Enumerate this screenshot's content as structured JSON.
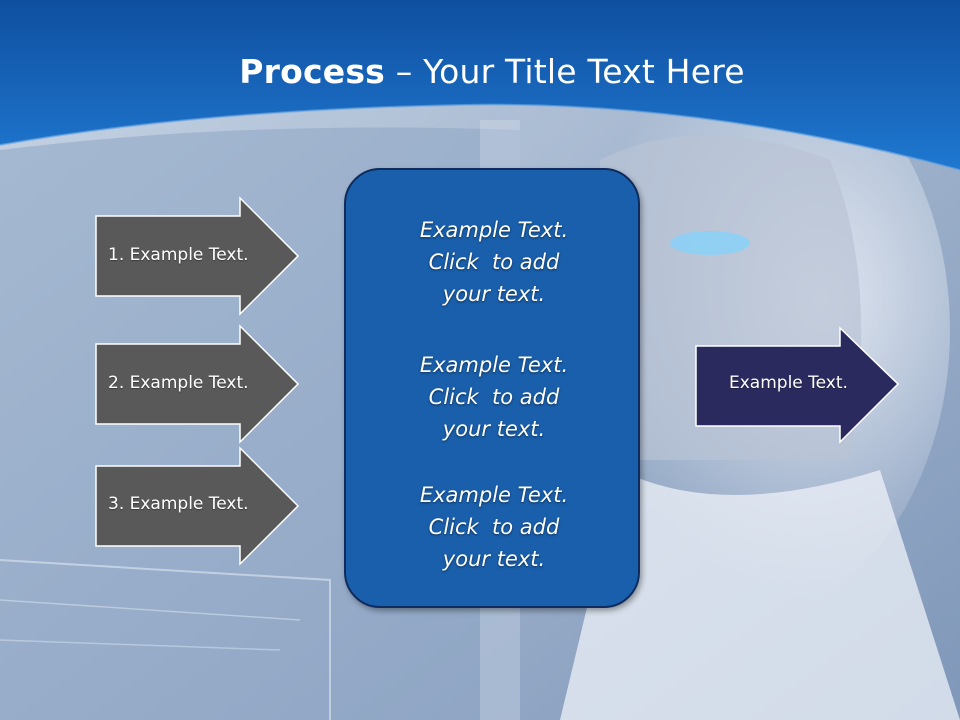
{
  "title": {
    "bold": "Process",
    "rest": " – Your Title Text Here"
  },
  "left_arrows": [
    {
      "label": "1. Example Text."
    },
    {
      "label": "2. Example Text."
    },
    {
      "label": "3. Example Text."
    }
  ],
  "center_blocks": [
    {
      "lines": [
        "Example Text.",
        "Click  to add",
        "your text."
      ]
    },
    {
      "lines": [
        "Example Text.",
        "Click  to add",
        "your text."
      ]
    },
    {
      "lines": [
        "Example Text.",
        "Click  to add",
        "your text."
      ]
    }
  ],
  "right_arrow": {
    "label": "Example Text."
  },
  "colors": {
    "header_blue": "#1565c0",
    "arrow_gray": "#595959",
    "center_box": "#1a5fab",
    "right_arrow": "#2a2a5e"
  }
}
